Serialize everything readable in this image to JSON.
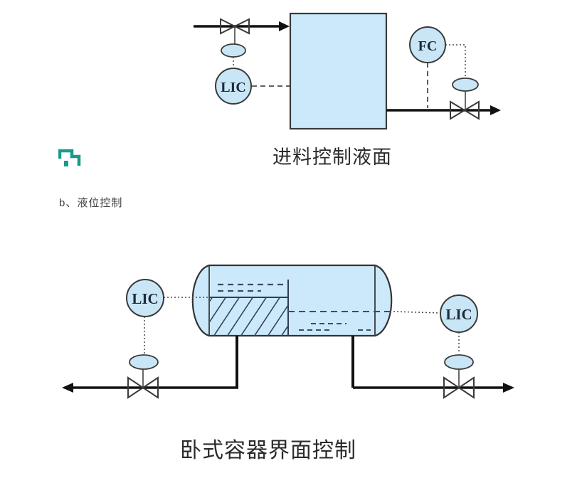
{
  "colors": {
    "vessel_fill": "#cbe9fa",
    "instrument_fill": "#c9e6f7",
    "outline": "#3a3a3a",
    "pipe": "#111111",
    "signal_line": "#4a4a4a",
    "level_dash": "#3d4c5c",
    "watermark_teal": "#1a9a8e",
    "caption_text": "#2b2b2b",
    "instrument_text": "#1e2a3a"
  },
  "section_label": {
    "text": "b、液位控制"
  },
  "top_diagram": {
    "caption": "进料控制液面",
    "lic_label": "LIC",
    "fc_label": "FC"
  },
  "bottom_diagram": {
    "caption": "卧式容器界面控制",
    "lic_left_label": "LIC",
    "lic_right_label": "LIC"
  },
  "icons": {
    "watermark": "teal-step-logo-fragment",
    "valves": "control-valve-bowtie",
    "actuators": "diaphragm-actuator-ellipse"
  }
}
